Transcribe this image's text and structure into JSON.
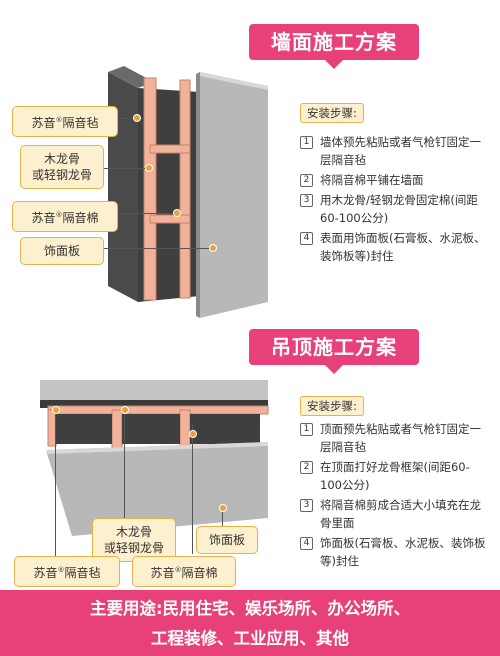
{
  "wall": {
    "title": "墙面施工方案",
    "labels": {
      "felt_brand": "苏音",
      "felt_suffix": "隔音毡",
      "keel": "木龙骨\n或轻钢龙骨",
      "cotton_brand": "苏音",
      "cotton_suffix": "隔音棉",
      "panel": "饰面板"
    },
    "steps_title": "安装步骤:",
    "steps": [
      {
        "num": "1",
        "text": "墙体预先粘贴或者气枪钉固定一层隔音毡"
      },
      {
        "num": "2",
        "text": "将隔音棉平铺在墙面"
      },
      {
        "num": "3",
        "text": "用木龙骨/轻钢龙骨固定棉(间距60-100公分)"
      },
      {
        "num": "4",
        "text": "表面用饰面板(石膏板、水泥板、装饰板等)封住"
      }
    ]
  },
  "ceiling": {
    "title": "吊顶施工方案",
    "labels": {
      "keel": "木龙骨\n或轻钢龙骨",
      "panel": "饰面板",
      "felt_brand": "苏音",
      "felt_suffix": "隔音毡",
      "cotton_brand": "苏音",
      "cotton_suffix": "隔音棉"
    },
    "steps_title": "安装步骤:",
    "steps": [
      {
        "num": "1",
        "text": "顶面预先粘贴或者气枪钉固定一层隔音毡"
      },
      {
        "num": "2",
        "text": "在顶面打好龙骨框架(间距60-100公分)"
      },
      {
        "num": "3",
        "text": "将隔音棉剪成合适大小填充在龙骨里面"
      },
      {
        "num": "4",
        "text": "饰面板(石膏板、水泥板、装饰板等)封住"
      }
    ]
  },
  "footer": {
    "line1": "主要用途:民用住宅、娱乐场所、办公场所、",
    "line2": "工程装修、工业应用、其他"
  },
  "colors": {
    "accent": "#e8417a",
    "label_bg": "#fdf0cf",
    "keel": "#e9a98a"
  }
}
